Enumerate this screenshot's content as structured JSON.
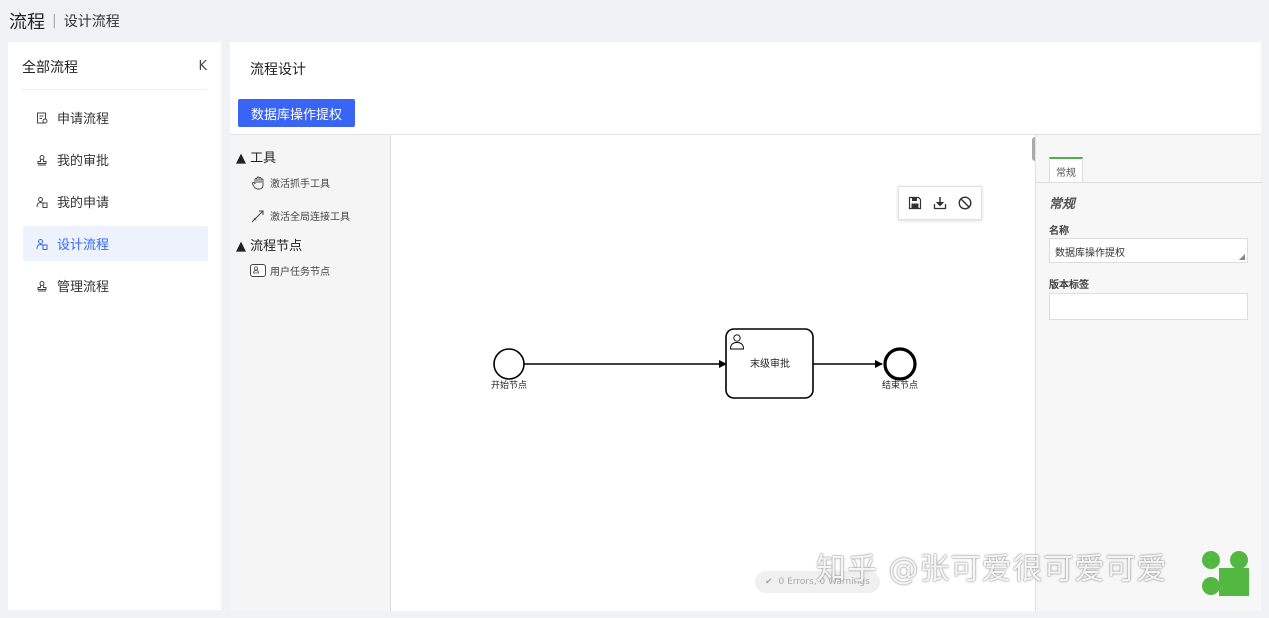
{
  "header": {
    "title": "流程",
    "separator": "|",
    "subtitle": "设计流程"
  },
  "sidebar": {
    "title": "全部流程",
    "collapse_label": "K",
    "items": [
      {
        "label": "申请流程",
        "icon": "document-icon",
        "active": false
      },
      {
        "label": "我的审批",
        "icon": "stamp-icon",
        "active": false
      },
      {
        "label": "我的申请",
        "icon": "user-doc-icon",
        "active": false
      },
      {
        "label": "设计流程",
        "icon": "user-doc-icon",
        "active": true
      },
      {
        "label": "管理流程",
        "icon": "stamp-icon",
        "active": false
      }
    ]
  },
  "main": {
    "title": "流程设计",
    "process_button": "数据库操作提权"
  },
  "palette": {
    "groups": [
      {
        "label": "▲ 工具",
        "items": [
          {
            "label": "激活抓手工具",
            "icon": "hand-icon"
          },
          {
            "label": "激活全局连接工具",
            "icon": "connect-icon"
          }
        ]
      },
      {
        "label": "▲ 流程节点",
        "items": [
          {
            "label": "用户任务节点",
            "icon": "user-task-icon"
          }
        ]
      }
    ]
  },
  "toolbox": {
    "icons": [
      "save-icon",
      "download-icon",
      "cancel-icon"
    ]
  },
  "diagram": {
    "start_label": "开始节点",
    "task_label": "末级审批",
    "end_label": "结束节点"
  },
  "status": {
    "text": "0 Errors, 0 Warnings"
  },
  "properties": {
    "tab_label": "常规",
    "section_title": "常规",
    "name_label": "名称",
    "name_value": "数据库操作提权",
    "version_label": "版本标签",
    "version_value": ""
  },
  "watermark": {
    "text": "知乎 @张可爱很可爱可爱"
  },
  "colors": {
    "accent": "#3a64f4",
    "active_bg": "#eef2fd",
    "tab_green": "#4caf50",
    "logo_green": "#52b842"
  }
}
